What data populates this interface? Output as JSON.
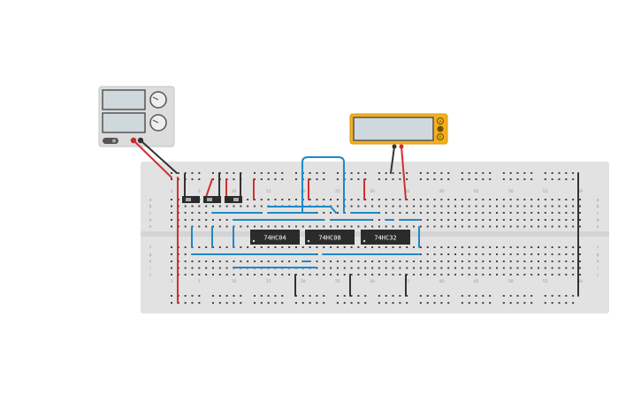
{
  "power_supply": {
    "name": "DC power supply",
    "display_color": "#cfd8dc"
  },
  "multimeter": {
    "name": "Multimeter",
    "body_color": "#f2b01e",
    "screen_color": "#cfd8dc",
    "buttons": [
      "A",
      "V",
      "R"
    ]
  },
  "breadboard": {
    "color": "#e2e2e2",
    "column_numbers": [
      "1",
      "5",
      "10",
      "15",
      "20",
      "25",
      "30",
      "35",
      "40",
      "45",
      "50",
      "55",
      "60"
    ],
    "row_letters_top": [
      "a",
      "b",
      "c",
      "d",
      "e"
    ],
    "row_letters_bottom": [
      "f",
      "g",
      "h",
      "i",
      "j"
    ]
  },
  "chips": [
    {
      "label": "74HC04"
    },
    {
      "label": "74HC08"
    },
    {
      "label": "74HC32"
    }
  ],
  "colors": {
    "red_wire": "#d32f2f",
    "black_wire": "#333333",
    "blue_wire": "#1e88c8",
    "chip_body": "#2b2b2b"
  }
}
